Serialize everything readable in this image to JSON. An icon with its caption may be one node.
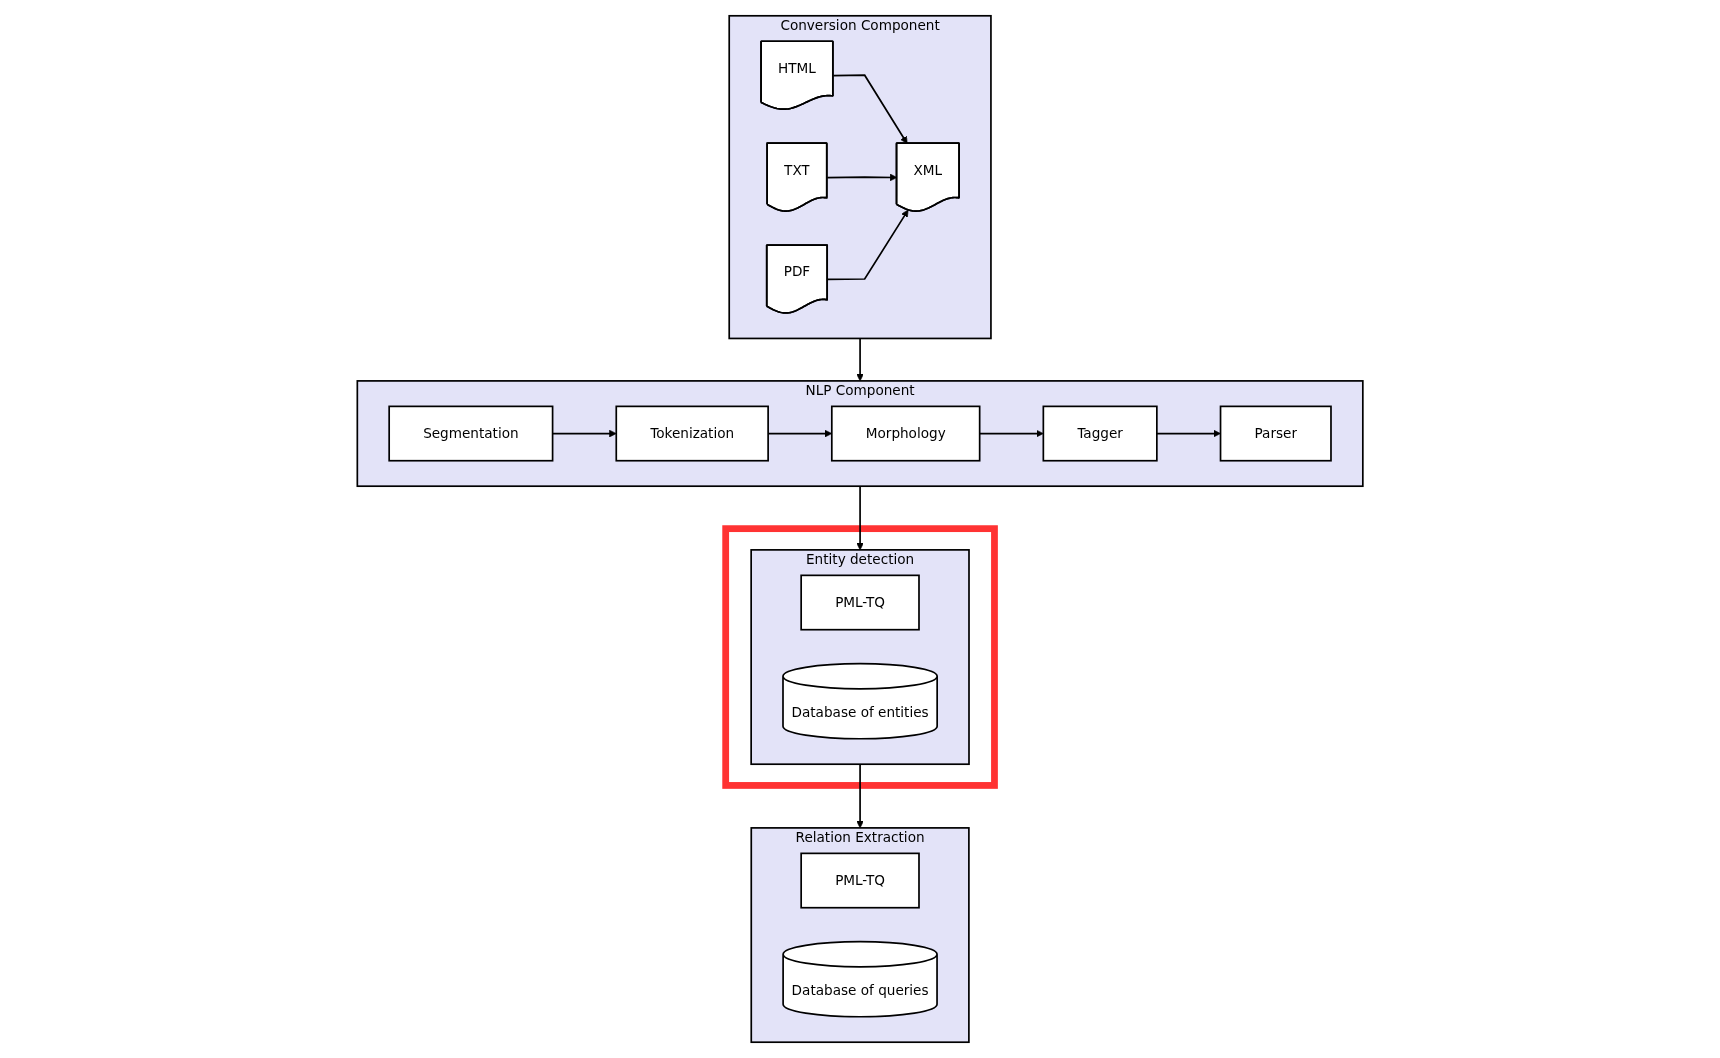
{
  "diagram": {
    "nodes": [
      {
        "text": [
          "Conversion Component"
        ]
      },
      {
        "text": [
          "HTML"
        ],
        "in": 0
      },
      {
        "text": [
          "TXT"
        ],
        "in": 0
      },
      {
        "text": [
          "PDF"
        ],
        "in": 0
      },
      {
        "text": [
          "XML"
        ],
        "in": 0
      },
      {
        "text": [
          "NLP Component"
        ]
      },
      {
        "text": [
          "Segmentation"
        ],
        "in": 5
      },
      {
        "text": [
          "Tokenization"
        ],
        "in": 5
      },
      {
        "text": [
          "Tagger"
        ],
        "in": 5
      },
      {
        "text": [
          "Morphology"
        ],
        "in": 5
      },
      {
        "text": [
          "Parser"
        ],
        "in": 5
      },
      {
        "text": [
          "Relation Extraction"
        ]
      },
      {
        "text": [
          "PML-TQ"
        ],
        "in": 11
      },
      {
        "text": [
          "Database of queries"
        ],
        "in": 11
      },
      {
        "text": [],
        "shape": "box"
      },
      {
        "text": [
          "Entity detection"
        ],
        "in": 14
      },
      {
        "text": [
          "PML-TQ"
        ],
        "in": 15
      },
      {
        "text": [
          "Database of entities"
        ],
        "in": 15
      }
    ],
    "edges": [
      {
        "from": 1,
        "to": 4,
        "arrow": "to"
      },
      {
        "from": 2,
        "to": 4,
        "arrow": "to"
      },
      {
        "from": 3,
        "to": 4,
        "arrow": "to"
      },
      {
        "from": 0,
        "to": 5,
        "arrow": "to"
      },
      {
        "from": 6,
        "to": 7,
        "arrow": "to"
      },
      {
        "from": 7,
        "to": 9,
        "arrow": "to"
      },
      {
        "from": 9,
        "to": 8,
        "arrow": "to"
      },
      {
        "from": 8,
        "to": 10,
        "arrow": "to"
      },
      {
        "from": 5,
        "to": 15,
        "arrow": "to"
      },
      {
        "from": 15,
        "to": 11,
        "arrow": "to"
      }
    ]
  }
}
